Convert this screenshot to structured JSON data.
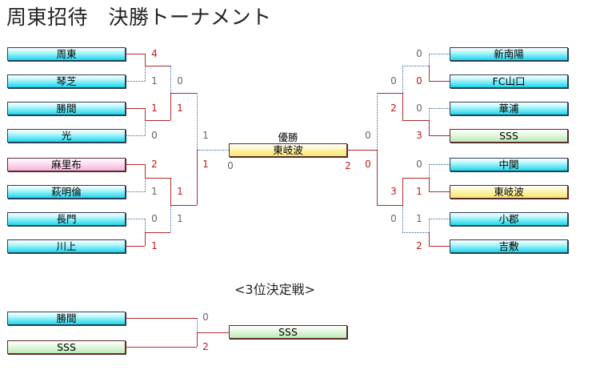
{
  "title": "周東招待　決勝トーナメント",
  "left_teams": [
    "周東",
    "琴芝",
    "勝間",
    "光",
    "麻里布",
    "萩明倫",
    "長門",
    "川上"
  ],
  "right_teams": [
    "新南陽",
    "FC山口",
    "華浦",
    "SSS",
    "中関",
    "東岐波",
    "小郡",
    "吉敷"
  ],
  "final": {
    "label": "優勝",
    "champion": "東岐波"
  },
  "third_place": {
    "heading": "<3位決定戦>",
    "teams": [
      "勝間",
      "SSS"
    ],
    "winner": "SSS"
  },
  "scores": {
    "l_r1": [
      "4",
      "1",
      "1",
      "0",
      "2",
      "1",
      "0",
      "1"
    ],
    "l_r2": [
      "0",
      "1",
      "1",
      "1"
    ],
    "l_sf": [
      "1",
      "1"
    ],
    "r_r1": [
      "0",
      "0",
      "0",
      "3",
      "0",
      "1",
      "1",
      "2"
    ],
    "r_r2": [
      "0",
      "2",
      "3",
      "0"
    ],
    "r_sf": [
      "0",
      "0"
    ],
    "final": [
      "0",
      "2"
    ],
    "third": [
      "0",
      "2"
    ]
  },
  "colors": {
    "cyan_box": "#19d7ec",
    "green_box": "#bde9b8",
    "pink_box": "#f4b5d8",
    "yellow_box": "#f8e572",
    "bracket_line": "#b02a2a",
    "dotted_line": "#2f63a8"
  }
}
